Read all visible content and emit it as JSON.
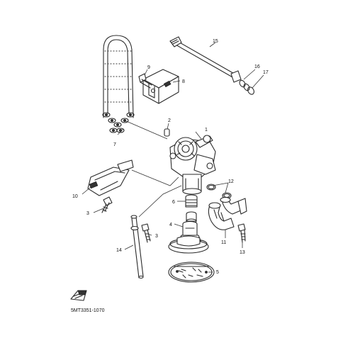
{
  "drawing_code": "5MT3351-1070",
  "callouts": [
    {
      "id": "c1",
      "label": "1"
    },
    {
      "id": "c2",
      "label": "2"
    },
    {
      "id": "c3a",
      "label": "3"
    },
    {
      "id": "c3b",
      "label": "3"
    },
    {
      "id": "c4",
      "label": "4"
    },
    {
      "id": "c5",
      "label": "5"
    },
    {
      "id": "c6",
      "label": "6"
    },
    {
      "id": "c7",
      "label": "7"
    },
    {
      "id": "c8",
      "label": "8"
    },
    {
      "id": "c9",
      "label": "9"
    },
    {
      "id": "c10",
      "label": "10"
    },
    {
      "id": "c11",
      "label": "11"
    },
    {
      "id": "c12",
      "label": "12"
    },
    {
      "id": "c13",
      "label": "13"
    },
    {
      "id": "c14",
      "label": "14"
    },
    {
      "id": "c15",
      "label": "15"
    },
    {
      "id": "c16",
      "label": "16"
    },
    {
      "id": "c17",
      "label": "17"
    }
  ]
}
